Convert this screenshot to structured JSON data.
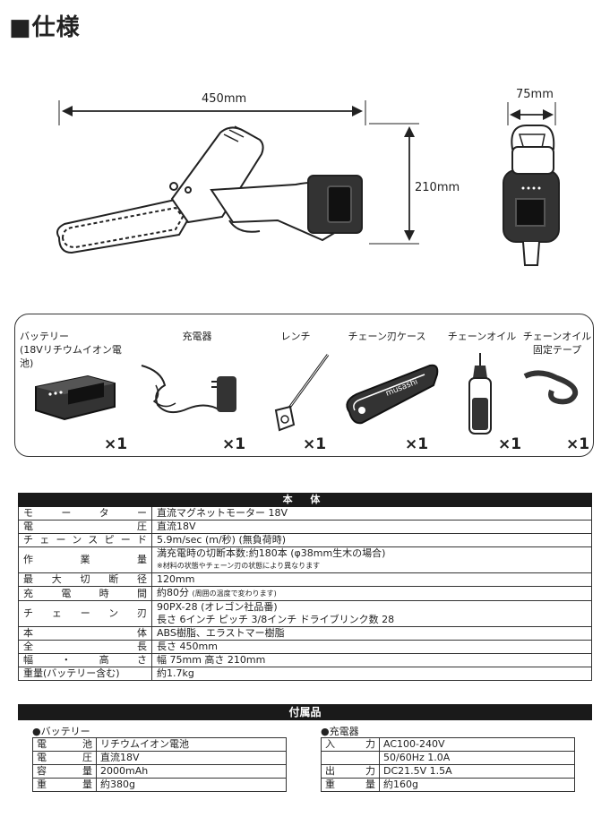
{
  "title": "■仕様",
  "dimensions": {
    "length": "450mm",
    "width": "75mm",
    "height": "210mm"
  },
  "accessories": [
    {
      "label": "バッテリー\n(18Vリチウムイオン電池)",
      "qty": "×1",
      "icon": "battery-icon"
    },
    {
      "label": "充電器",
      "qty": "×1",
      "icon": "charger-icon"
    },
    {
      "label": "レンチ",
      "qty": "×1",
      "icon": "wrench-icon"
    },
    {
      "label": "チェーン刃ケース",
      "qty": "×1",
      "icon": "chain-case-icon"
    },
    {
      "label": "チェーンオイル",
      "qty": "×1",
      "icon": "oil-bottle-icon"
    },
    {
      "label": "チェーンオイル\n固定テープ",
      "qty": "×1",
      "icon": "tape-icon"
    }
  ],
  "case_brand": "musashi",
  "spec": {
    "header": "本 体",
    "rows": [
      {
        "k": "モーター",
        "v": "直流マグネットモーター 18V"
      },
      {
        "k": "電圧",
        "v": "直流18V"
      },
      {
        "k": "チェーンスピード",
        "v": "5.9m/sec (m/秒) (無負荷時)"
      },
      {
        "k": "作業量",
        "v": "満充電時の切断本数:約180本 (φ38mm生木の場合)",
        "note": "※材料の状態やチェーン刃の状態により異なります"
      },
      {
        "k": "最大切断径",
        "v": "120mm"
      },
      {
        "k": "充電時間",
        "v": "約80分",
        "note": "(周囲の温度で変わります)"
      },
      {
        "k": "チェーン刃",
        "v": "90PX-28 (オレゴン社品番)",
        "v2": "長さ 6インチ ピッチ 3/8インチ ドライブリンク数 28"
      },
      {
        "k": "本体",
        "v": "ABS樹脂、エラストマー樹脂"
      },
      {
        "k": "全長",
        "v": "長さ 450mm"
      },
      {
        "k": "幅・高さ",
        "v": "幅 75mm 高さ 210mm"
      },
      {
        "k": "重量(バッテリー含む)",
        "v": "約1.7kg"
      }
    ]
  },
  "accessory_spec": {
    "header": "付属品",
    "battery": {
      "title": "●バッテリー",
      "rows": [
        {
          "k": "電池",
          "v": "リチウムイオン電池"
        },
        {
          "k": "電圧",
          "v": "直流18V"
        },
        {
          "k": "容量",
          "v": "2000mAh"
        },
        {
          "k": "重量",
          "v": "約380g"
        }
      ]
    },
    "charger": {
      "title": "●充電器",
      "rows": [
        {
          "k": "入力",
          "v": "AC100-240V"
        },
        {
          "k": "",
          "v": "50/60Hz 1.0A"
        },
        {
          "k": "出力",
          "v": "DC21.5V 1.5A"
        },
        {
          "k": "重量",
          "v": "約160g"
        }
      ]
    }
  }
}
